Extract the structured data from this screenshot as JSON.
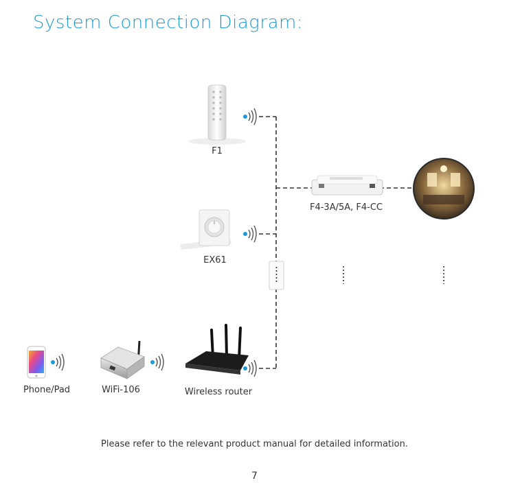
{
  "title": "System Connection Diagram:",
  "devices": {
    "f1": "F1",
    "ex61": "EX61",
    "controller": "F4-3A/5A, F4-CC",
    "phone": "Phone/Pad",
    "wifi": "WiFi-106",
    "router": "Wireless router"
  },
  "footer_note": "Please refer to the relevant product manual for detailed information.",
  "page_number": "7",
  "colors": {
    "accent": "#1a9bd7",
    "line": "#333333"
  }
}
